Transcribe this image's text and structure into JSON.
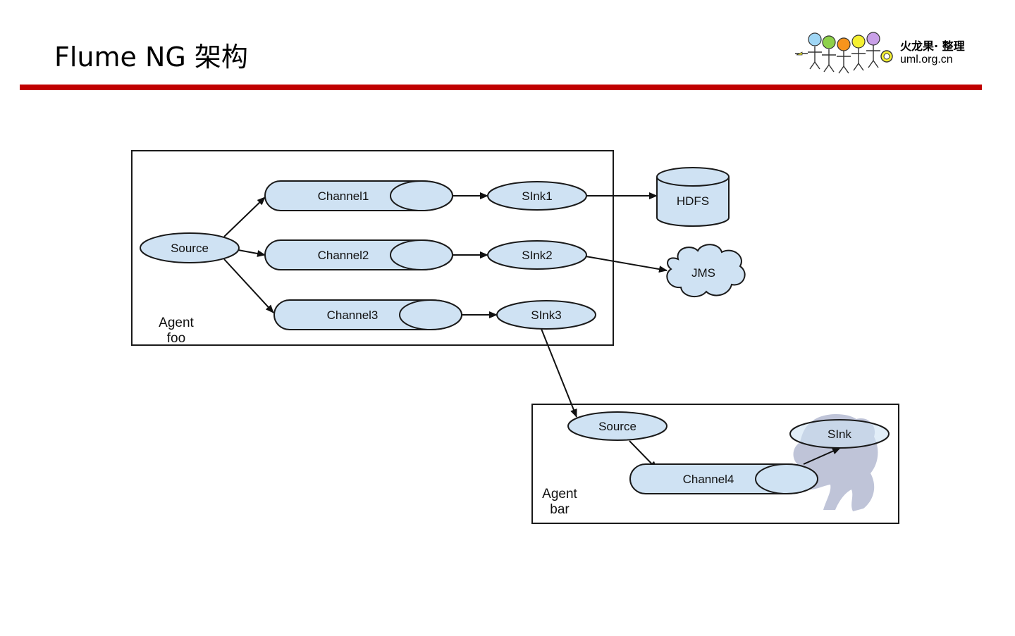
{
  "header": {
    "title": "Flume NG 架构",
    "logo_line1": "火龙果· 整理",
    "logo_line2": "uml.org.cn",
    "rule_color": "#c00000"
  },
  "diagram": {
    "agent_foo": {
      "line1": "Agent",
      "line2": "foo"
    },
    "agent_bar": {
      "line1": "Agent",
      "line2": "bar"
    },
    "foo_source": "Source",
    "channel1": "Channel1",
    "channel2": "Channel2",
    "channel3": "Channel3",
    "sink1": "SInk1",
    "sink2": "SInk2",
    "sink3": "SInk3",
    "hdfs": "HDFS",
    "jms": "JMS",
    "bar_source": "Source",
    "channel4": "Channel4",
    "bar_sink": "SInk",
    "node_fill": "#cfe2f3",
    "stroke": "#1a1a1a"
  },
  "icons": {
    "logo": "stick-figures-balloons-icon",
    "watermark": "lion-silhouette-icon"
  }
}
